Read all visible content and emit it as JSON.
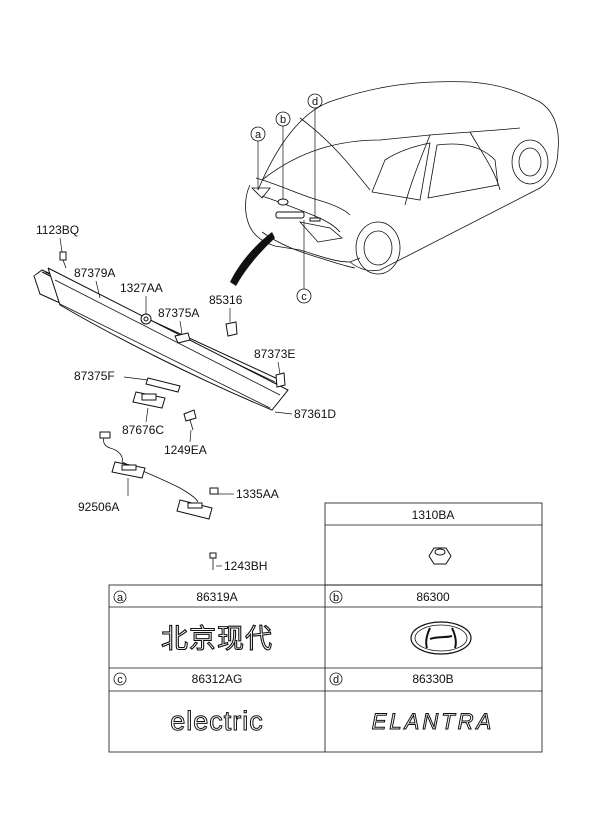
{
  "callouts": {
    "p1123BQ": "1123BQ",
    "p87379A": "87379A",
    "p1327AA": "1327AA",
    "p87375A": "87375A",
    "p85316": "85316",
    "p87373E": "87373E",
    "p87375F": "87375F",
    "p87361D": "87361D",
    "p87676C": "87676C",
    "p1249EA": "1249EA",
    "p1335AA": "1335AA",
    "p92506A": "92506A",
    "p1243BH": "1243BH"
  },
  "car_markers": {
    "a": "a",
    "b": "b",
    "c": "c",
    "d": "d"
  },
  "table": {
    "top_part": "1310BA",
    "cells": [
      {
        "letter": "a",
        "part": "86319A",
        "emblem_text": "北京现代"
      },
      {
        "letter": "b",
        "part": "86300",
        "emblem_text": ""
      },
      {
        "letter": "c",
        "part": "86312AG",
        "emblem_text": "electric"
      },
      {
        "letter": "d",
        "part": "86330B",
        "emblem_text": "ELANTRA"
      }
    ]
  }
}
